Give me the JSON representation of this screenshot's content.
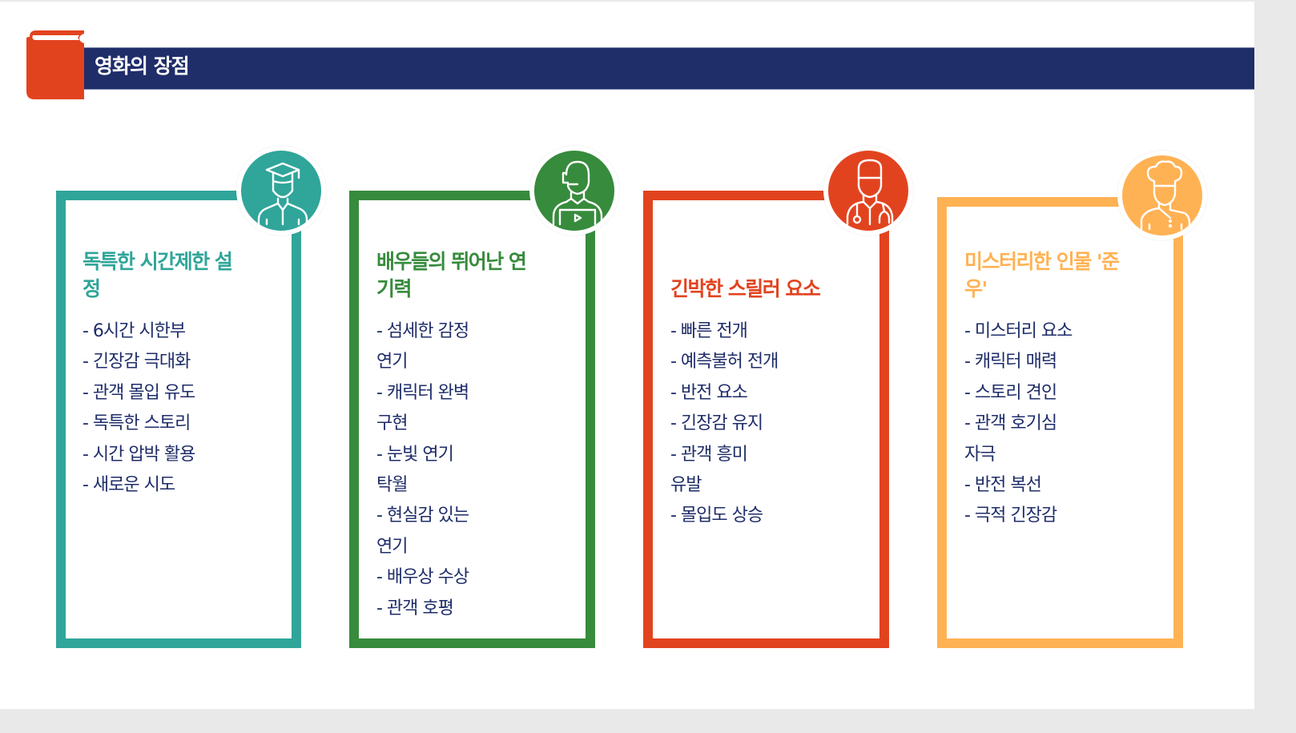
{
  "header": {
    "title": "영화의 장점",
    "icon": "book-icon",
    "colors": {
      "bar": "#1f2d69",
      "book": "#e2431f"
    }
  },
  "cards": [
    {
      "title": "독특한 시간제한 설정",
      "title_lines": [
        "독특한 시간제한 설",
        "정"
      ],
      "color": "#30a59a",
      "icon": "graduate-icon",
      "items": [
        "- 6시간 시한부",
        "- 긴장감 극대화",
        "- 관객 몰입 유도",
        "- 독특한 스토리",
        "- 시간 압박 활용",
        "- 새로운 시도"
      ]
    },
    {
      "title": "배우들의 뛰어난 연기력",
      "title_lines": [
        "배우들의 뛰어난 연",
        "기력"
      ],
      "color": "#378b3c",
      "icon": "presenter-headset-icon",
      "items": [
        "- 섬세한 감정",
        "연기",
        "- 캐릭터 완벽",
        "구현",
        "- 눈빛 연기",
        "탁월",
        "- 현실감 있는",
        "연기",
        "- 배우상 수상",
        "- 관객 호평"
      ]
    },
    {
      "title": "긴박한 스릴러 요소",
      "title_lines": [
        "긴박한 스릴러 요소"
      ],
      "color": "#e2431f",
      "icon": "doctor-icon",
      "items": [
        "- 빠른 전개",
        "- 예측불허 전개",
        "- 반전 요소",
        "- 긴장감 유지",
        "- 관객 흥미",
        "유발",
        "- 몰입도 상승"
      ]
    },
    {
      "title": "미스터리한 인물 '준우'",
      "title_lines": [
        "미스터리한 인물 '준",
        "우'"
      ],
      "color": "#ffb254",
      "icon": "chef-icon",
      "items": [
        "- 미스터리 요소",
        "- 캐릭터 매력",
        "- 스토리 견인",
        "- 관객 호기심",
        "자극",
        "- 반전 복선",
        "- 극적 긴장감"
      ]
    }
  ]
}
